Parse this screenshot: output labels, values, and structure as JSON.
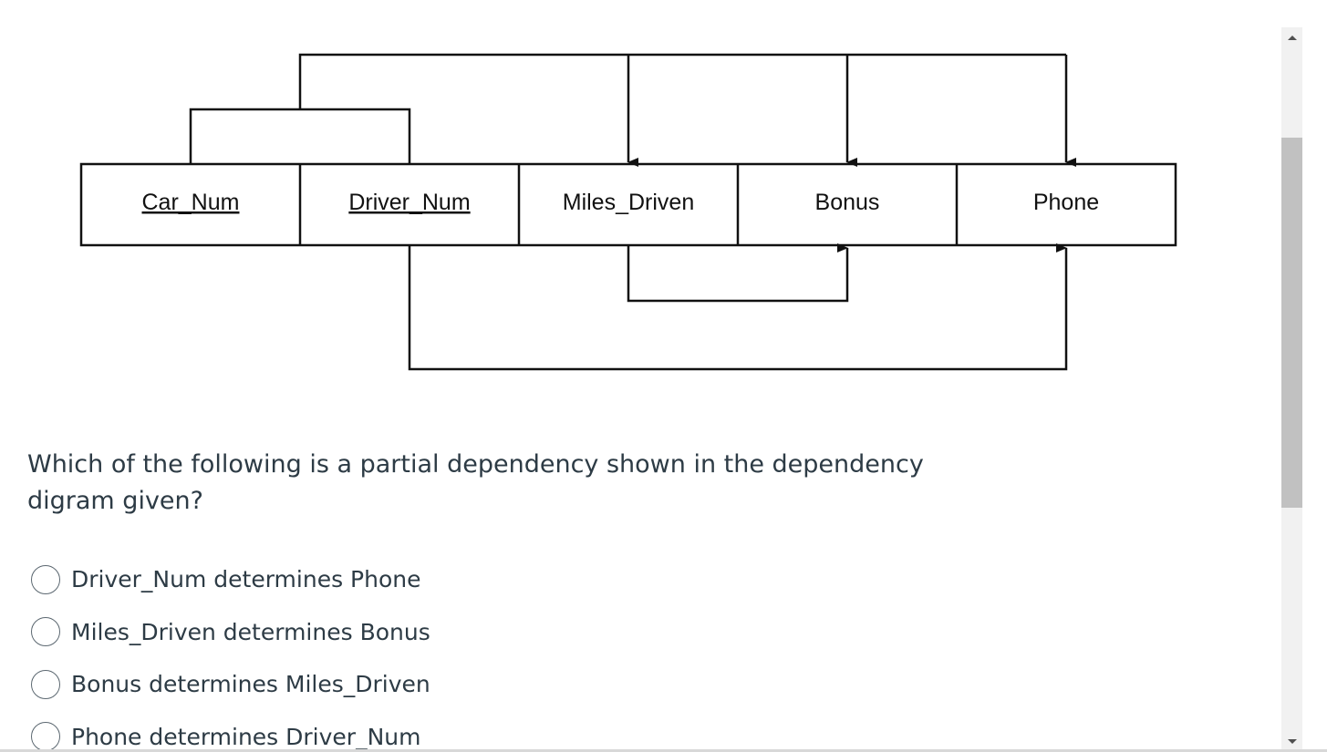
{
  "diagram": {
    "attributes": [
      {
        "name": "Car_Num",
        "key": true
      },
      {
        "name": "Driver_Num",
        "key": true
      },
      {
        "name": "Miles_Driven",
        "key": false
      },
      {
        "name": "Bonus",
        "key": false
      },
      {
        "name": "Phone",
        "key": false
      }
    ]
  },
  "question": {
    "text": "Which of the following is a partial dependency shown in the dependency digram given?",
    "options": [
      {
        "label": "Driver_Num determines Phone"
      },
      {
        "label": "Miles_Driven determines Bonus"
      },
      {
        "label": "Bonus determines Miles_Driven"
      },
      {
        "label": "Phone determines Driver_Num"
      }
    ]
  },
  "colors": {
    "text": "#2d3b45",
    "diagram_line": "#111111",
    "scroll_track": "#f1f1f1",
    "scroll_thumb": "#c1c1c1"
  }
}
